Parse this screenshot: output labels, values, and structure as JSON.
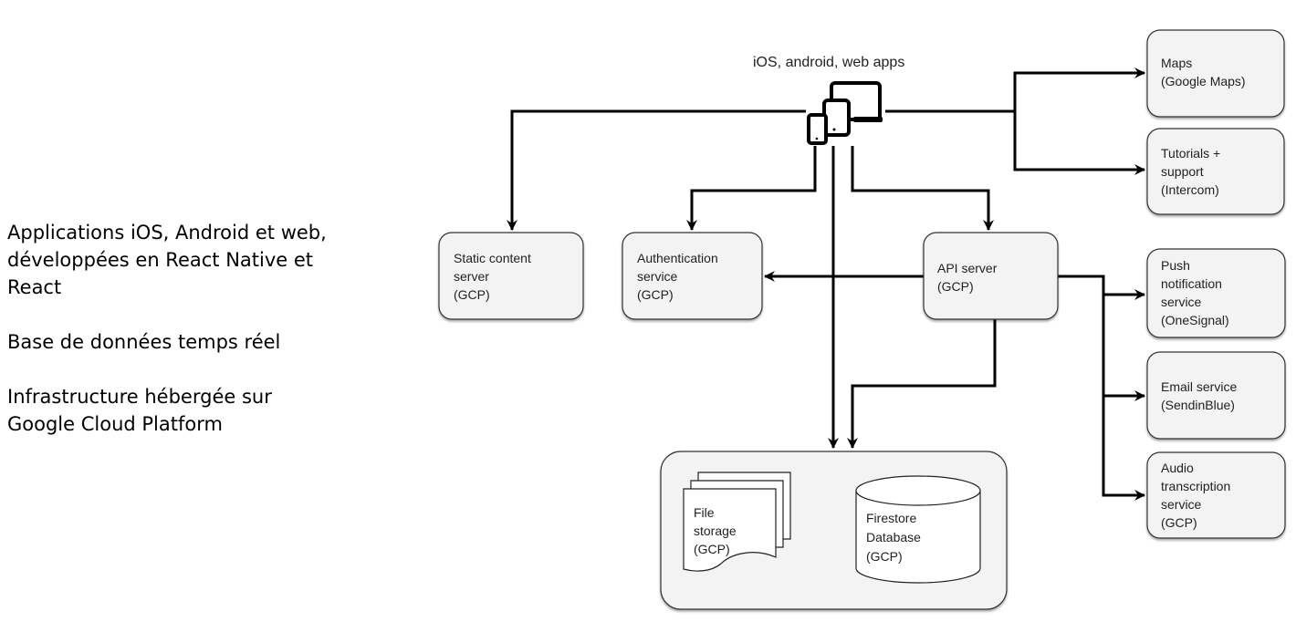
{
  "caption": {
    "lines": [
      "Applications iOS, Android et web, développées en React Native et React",
      "Base de données temps réel",
      "Infrastructure hébergée sur Google Cloud Platform"
    ]
  },
  "diagram": {
    "clients": {
      "label": "iOS, android, web apps",
      "icon": "devices-icon"
    },
    "nodes": {
      "static": [
        "Static content",
        "server",
        "(GCP)"
      ],
      "auth": [
        "Authentication",
        "service",
        "(GCP)"
      ],
      "api": [
        "API server",
        "(GCP)"
      ],
      "maps": [
        "Maps",
        "(Google Maps)"
      ],
      "tutorials": [
        "Tutorials +",
        "support",
        "(Intercom)"
      ],
      "push": [
        "Push",
        "notification",
        "service",
        "(OneSignal)"
      ],
      "email": [
        "Email service",
        "(SendinBlue)"
      ],
      "audio": [
        "Audio",
        "transcription",
        "service",
        "(GCP)"
      ],
      "files": [
        "File",
        "storage",
        "(GCP)"
      ],
      "firestore": [
        "Firestore",
        "Database",
        "(GCP)"
      ]
    },
    "edges": [
      {
        "from": "clients",
        "to": "static"
      },
      {
        "from": "clients",
        "to": "auth"
      },
      {
        "from": "clients",
        "to": "api"
      },
      {
        "from": "clients",
        "to": "storage"
      },
      {
        "from": "clients",
        "to": "maps"
      },
      {
        "from": "clients",
        "to": "tutorials"
      },
      {
        "from": "api",
        "to": "auth"
      },
      {
        "from": "api",
        "to": "storage"
      },
      {
        "from": "api",
        "to": "push"
      },
      {
        "from": "api",
        "to": "email"
      },
      {
        "from": "api",
        "to": "audio"
      }
    ]
  }
}
